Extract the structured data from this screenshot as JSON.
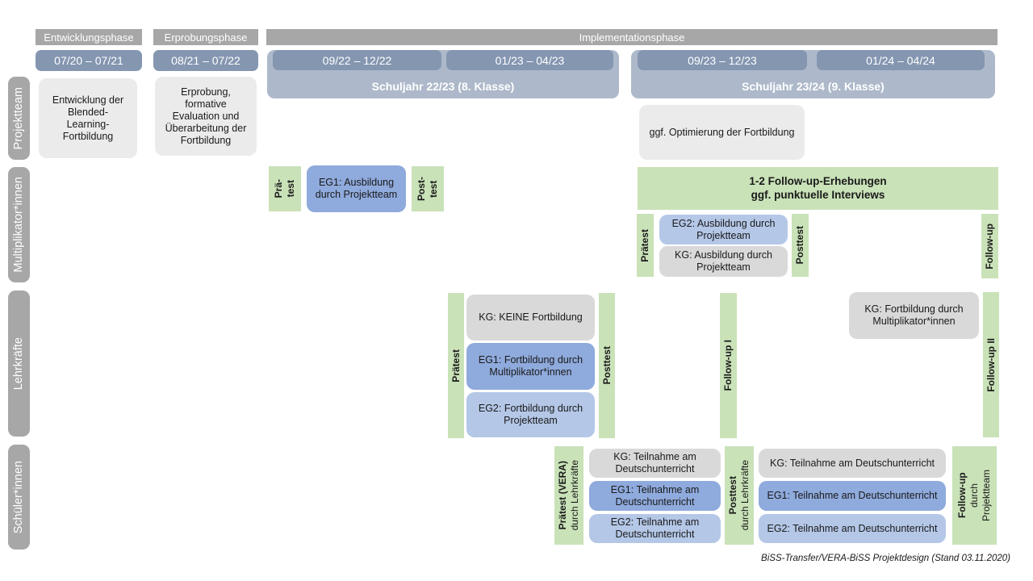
{
  "caption": "BiSS-Transfer/VERA-BiSS Projektdesign (Stand 03.11.2020)",
  "colors": {
    "phase_gray": "#a7a7a7",
    "date_blue": "#8496b0",
    "schoolyear_blue": "#adb9ca",
    "box_light_gray": "#ebebeb",
    "box_kg_gray": "#d9d9d9",
    "box_eg1_blue": "#8faadc",
    "box_eg2_blue": "#b4c7e7",
    "test_green": "#c9e2b8"
  },
  "sidebar": {
    "projektteam": "Projektteam",
    "multiplikator": "Multiplikator*innen",
    "lehrkraefte": "Lehrkräfte",
    "schueler": "Schüler*innen"
  },
  "header": {
    "entwicklung": {
      "label": "Entwicklungsphase",
      "date": "07/20 – 07/21"
    },
    "erprobung": {
      "label": "Erprobungsphase",
      "date": "08/21 – 07/22"
    },
    "implementation": {
      "label": "Implementationsphase"
    },
    "schuljahr1": {
      "label": "Schuljahr 22/23 (8. Klasse)",
      "date1": "09/22 – 12/22",
      "date2": "01/23 – 04/23"
    },
    "schuljahr2": {
      "label": "Schuljahr 23/24 (9. Klasse)",
      "date1": "09/23 – 12/23",
      "date2": "01/24 – 04/24"
    }
  },
  "projektteam": {
    "entwicklung_box": "Entwicklung der Blended-Learning-Fortbildung",
    "erprobung_box": "Erprobung, formative Evaluation und Überarbeitung der Fortbildung",
    "optimierung_box": "ggf. Optimierung der Fortbildung"
  },
  "multiplikator": {
    "praetest1_line1": "Prä-",
    "praetest1_line2": "test",
    "eg1_box": "EG1: Ausbildung durch Projektteam",
    "posttest1_line1": "Post-",
    "posttest1_line2": "test",
    "followup_box_line1": "1-2 Follow-up-Erhebungen",
    "followup_box_line2": "ggf. punktuelle Interviews",
    "praetest2": "Prätest",
    "eg2_box": "EG2: Ausbildung durch Projektteam",
    "kg_box": "KG: Ausbildung durch Projektteam",
    "posttest2": "Posttest",
    "followup_bar": "Follow-up"
  },
  "lehrkraefte": {
    "praetest": "Prätest",
    "kg_box": "KG: KEINE Fortbildung",
    "eg1_box": "EG1: Fortbildung durch Multiplikator*innen",
    "eg2_box": "EG2: Fortbildung durch Projektteam",
    "posttest": "Posttest",
    "followup1": "Follow-up I",
    "kg2_box": "KG: Fortbildung durch Multiplikator*innen",
    "followup2": "Follow-up II"
  },
  "schueler": {
    "praetest_line1": "Prätest (VERA)",
    "praetest_line2": "durch Lehrkräfte",
    "kg_box": "KG: Teilnahme am Deutschunterricht",
    "eg1_box": "EG1: Teilnahme am Deutschunterricht",
    "eg2_box": "EG2: Teilnahme am Deutschunterricht",
    "posttest_line1": "Posttest",
    "posttest_line2": "durch Lehrkräfte",
    "followup_line1": "Follow-up",
    "followup_line2": "durch",
    "followup_line3": "Projektteam"
  }
}
